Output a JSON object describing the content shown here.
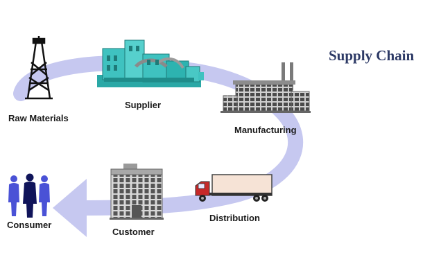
{
  "title": "Supply Chain",
  "nodes": {
    "raw_materials": "Raw Materials",
    "supplier": "Supplier",
    "manufacturing": "Manufacturing",
    "distribution": "Distribution",
    "customer": "Customer",
    "consumer": "Consumer"
  },
  "colors": {
    "title": "#2d3a66",
    "flow": "#c6c8f0",
    "supplier_plant": "#3fc2c0",
    "truck_cab": "#c62828",
    "trailer": "#f6e3d6",
    "building": "#9a9a9a",
    "consumer": "#4a52d6"
  },
  "icons": {
    "raw_materials": "oil-derrick-icon",
    "supplier": "power-plant-icon",
    "manufacturing": "factory-icon",
    "distribution": "truck-icon",
    "customer": "store-building-icon",
    "consumer": "people-icon"
  }
}
